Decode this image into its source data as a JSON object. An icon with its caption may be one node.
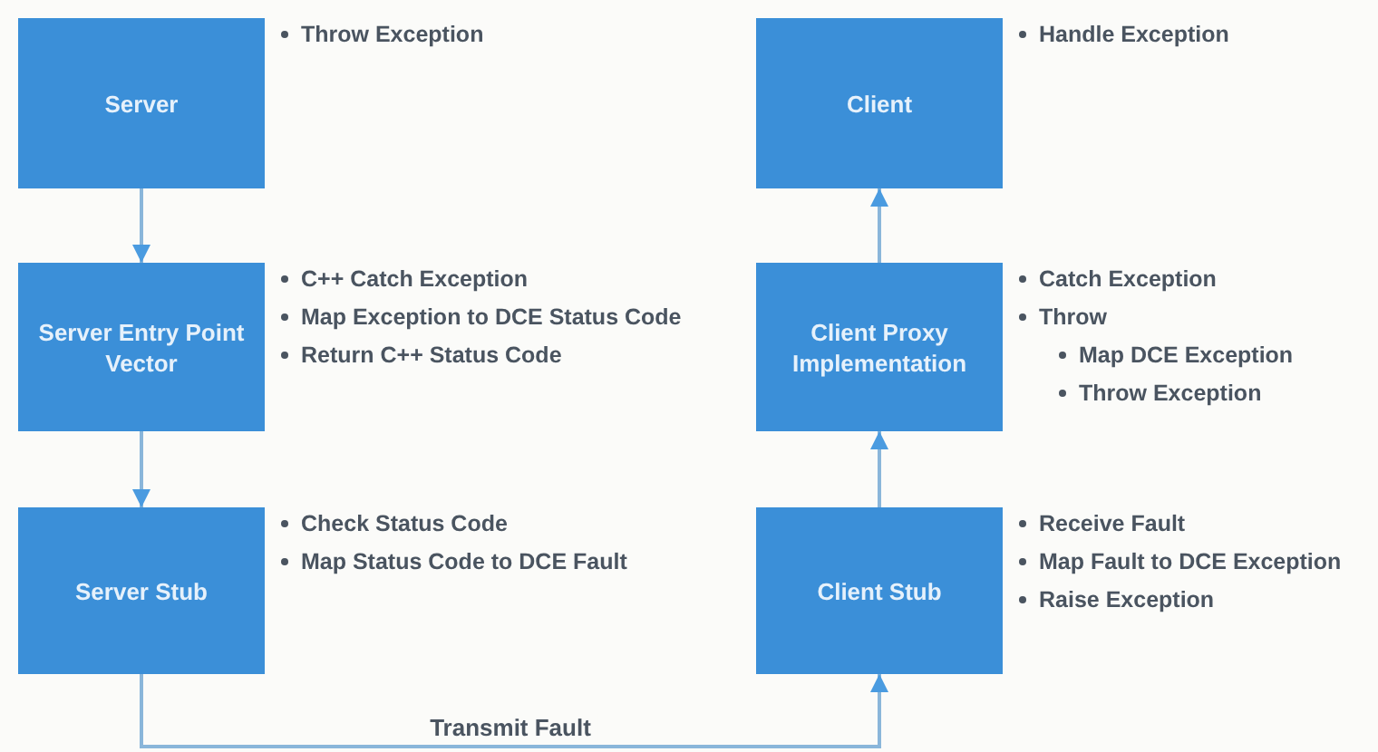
{
  "diagram": {
    "nodes": [
      {
        "text": [
          "Server"
        ],
        "beside": [
          "Throw Exception"
        ]
      },
      {
        "text": [
          "Client"
        ],
        "beside": [
          "Handle Exception"
        ]
      },
      {
        "text": [
          "Server Entry Point Vector"
        ],
        "beside": [
          "C++ Catch Exception",
          "Map Exception to DCE Status Code",
          "Return C++ Status Code"
        ]
      },
      {
        "text": [
          "Client Proxy Implementation"
        ],
        "beside": [
          "Catch Exception",
          "Throw",
          "Map DCE Exception",
          "Throw Exception"
        ]
      },
      {
        "text": [
          "Server Stub"
        ],
        "beside": [
          "Check Status Code",
          "Map Status Code to DCE Fault"
        ]
      },
      {
        "text": [
          "Client Stub"
        ],
        "beside": [
          "Receive Fault",
          "Map Fault to DCE Exception",
          "Raise Exception"
        ]
      }
    ],
    "edges": [
      {
        "from": 0,
        "to": 2,
        "arrow": "to"
      },
      {
        "from": 2,
        "to": 4,
        "arrow": "to"
      },
      {
        "from": 4,
        "to": 5,
        "arrow": "to",
        "label": "Transmit Fault"
      },
      {
        "from": 5,
        "to": 3,
        "arrow": "to"
      },
      {
        "from": 3,
        "to": 1,
        "arrow": "to"
      }
    ]
  }
}
